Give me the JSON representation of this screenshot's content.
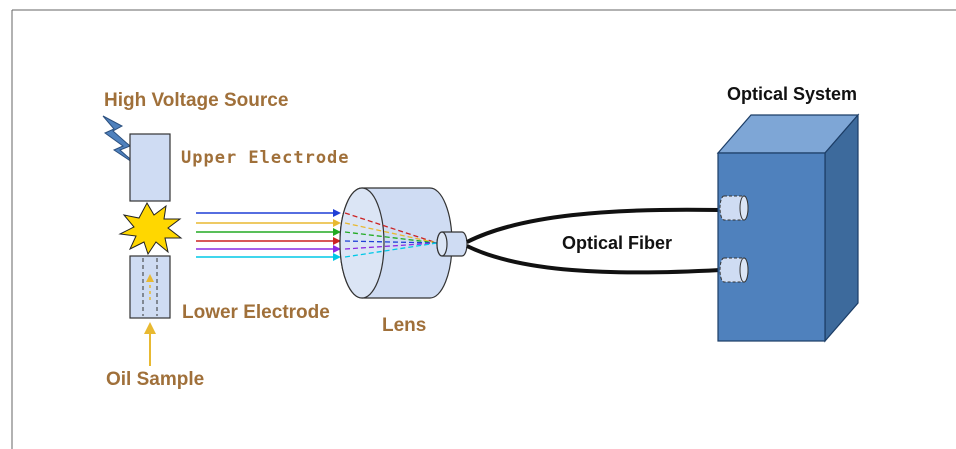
{
  "labels": {
    "high_voltage_source": "High Voltage Source",
    "upper_electrode": "Upper Electrode",
    "lower_electrode": "Lower Electrode",
    "oil_sample": "Oil Sample",
    "lens": "Lens",
    "optical_fiber": "Optical Fiber",
    "optical_system": "Optical System"
  },
  "colors": {
    "label_brown": "#a0703a",
    "electrode_fill": "#cfdcf3",
    "box_front": "#4f81bd",
    "box_top": "#7ea6d6",
    "box_side": "#3d6a9c",
    "spark": "#ffd700",
    "lightning": "#4f81bd",
    "arrow_yellow": "#e8b931",
    "ray_colors": [
      "#1f3fd6",
      "#e8b931",
      "#22aa22",
      "#cc2222",
      "#8a2be2",
      "#00c8e6"
    ]
  }
}
